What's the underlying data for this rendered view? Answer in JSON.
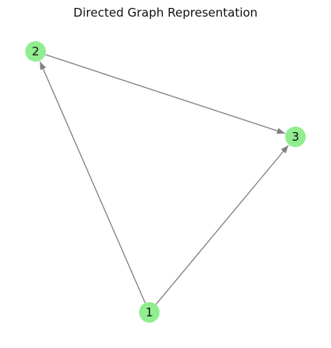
{
  "title": "Directed Graph Representation",
  "colors": {
    "node_fill": "#90ee90",
    "edge": "#808080",
    "label": "#111111"
  },
  "nodes": [
    {
      "id": "2",
      "label": "2"
    },
    {
      "id": "3",
      "label": "3"
    },
    {
      "id": "1",
      "label": "1"
    }
  ],
  "edges": [
    {
      "from": "2",
      "to": "3"
    },
    {
      "from": "1",
      "to": "2"
    },
    {
      "from": "1",
      "to": "3"
    }
  ]
}
